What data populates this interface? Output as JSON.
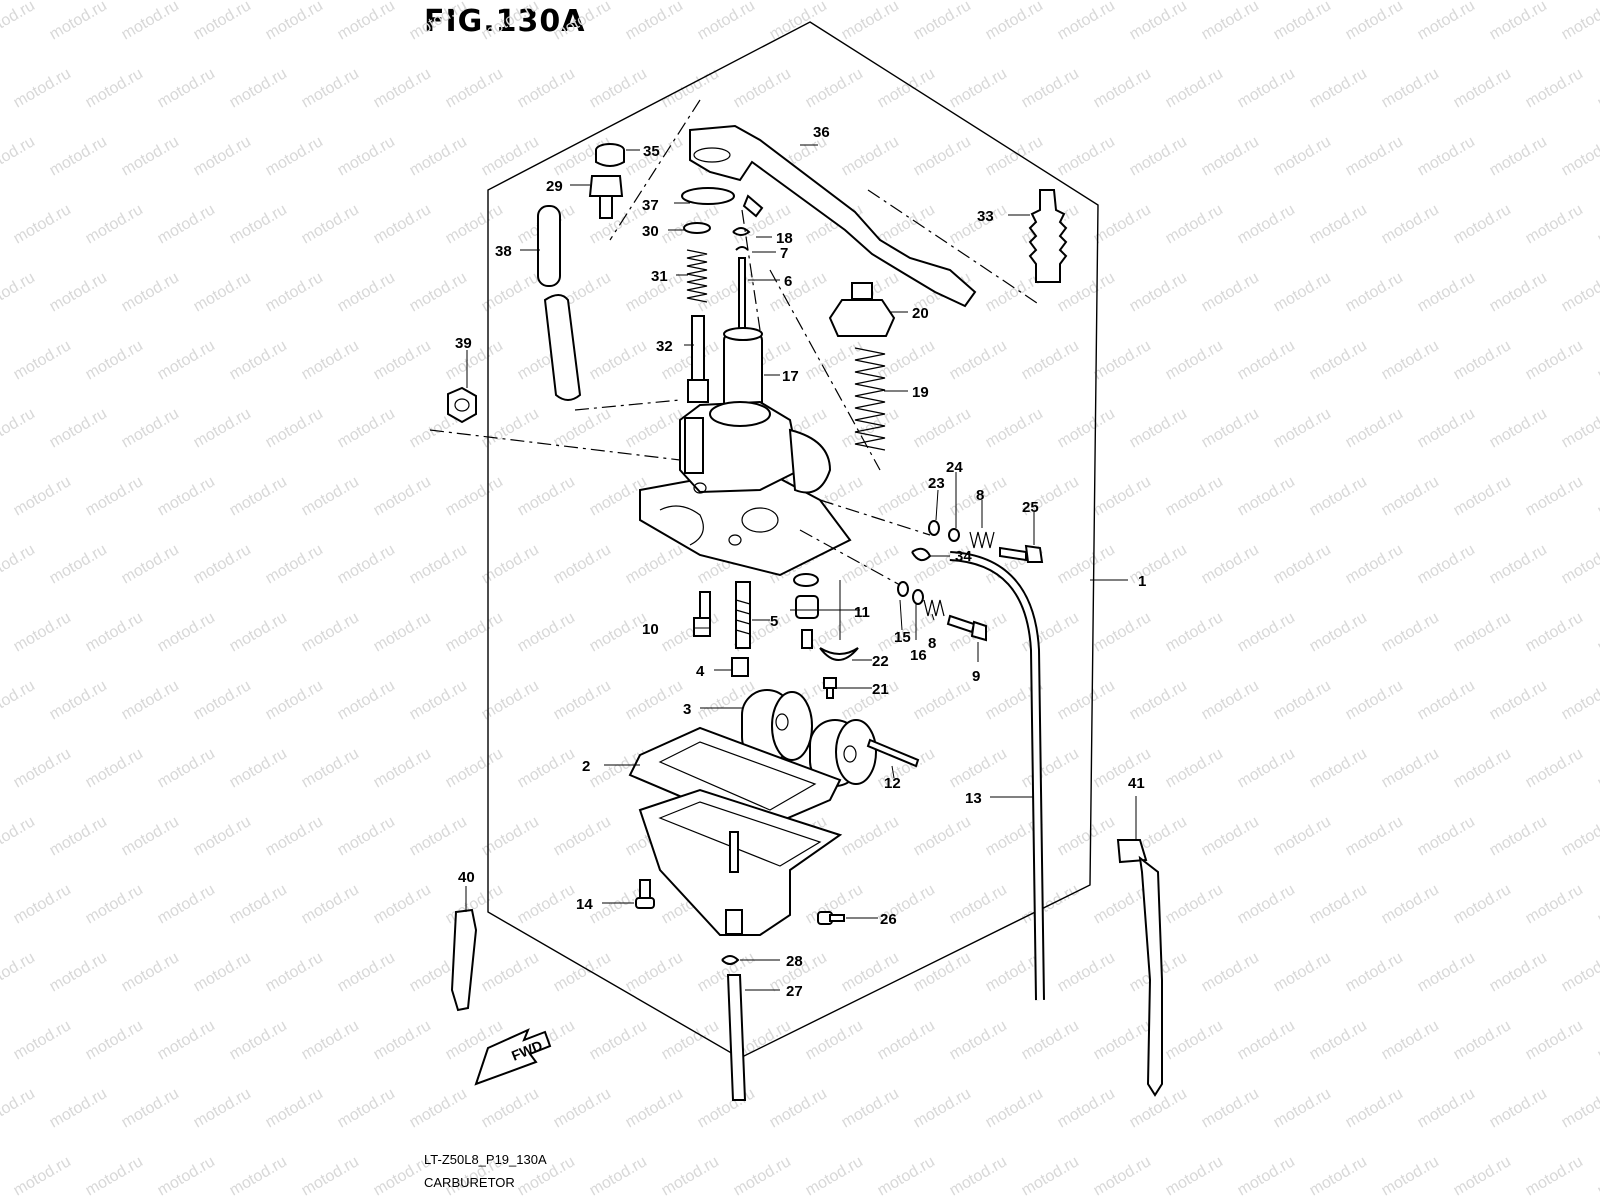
{
  "header": {
    "title": "FIG.130A"
  },
  "footer": {
    "model_code": "LT-Z50L8_P19_130A",
    "assembly_name": "CARBURETOR"
  },
  "watermark": {
    "text": "motod.ru"
  },
  "fwd_arrow": {
    "text": "FWD"
  },
  "part_labels": {
    "p1": "1",
    "p2": "2",
    "p3": "3",
    "p4": "4",
    "p5": "5",
    "p6": "6",
    "p7": "7",
    "p8a": "8",
    "p8b": "8",
    "p9": "9",
    "p10": "10",
    "p11": "11",
    "p12": "12",
    "p13": "13",
    "p14": "14",
    "p15": "15",
    "p16": "16",
    "p17": "17",
    "p18": "18",
    "p19": "19",
    "p20": "20",
    "p21": "21",
    "p22": "22",
    "p23": "23",
    "p24": "24",
    "p25": "25",
    "p26": "26",
    "p27": "27",
    "p28": "28",
    "p29": "29",
    "p30": "30",
    "p31": "31",
    "p32": "32",
    "p33": "33",
    "p34": "34",
    "p35": "35",
    "p36": "36",
    "p37": "37",
    "p38": "38",
    "p39": "39",
    "p40": "40",
    "p41": "41"
  }
}
